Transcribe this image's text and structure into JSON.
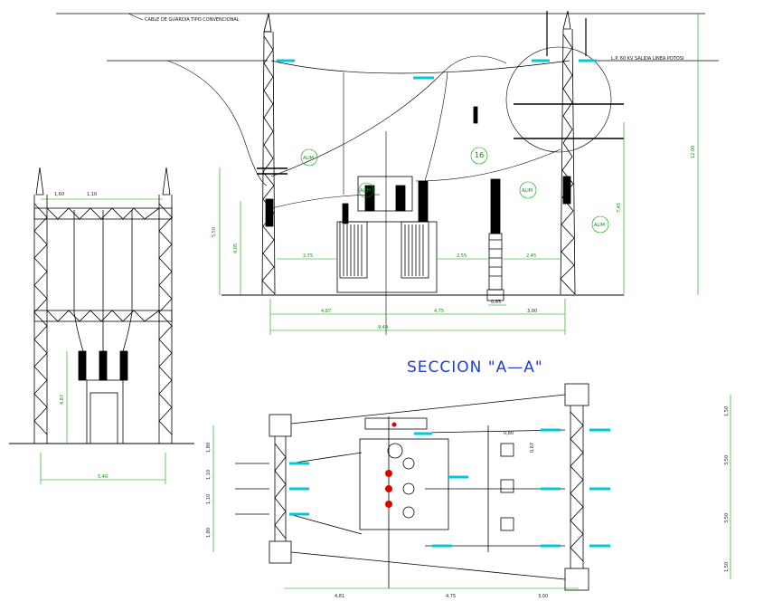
{
  "drawing": {
    "section_title": "SECCION \"A—A\"",
    "ground_wire_note": "CABLE DE GUARDIA TIPO CONVENCIONAL",
    "line_note": "L.P. 60 KV SALIDA LINEA POTOSI",
    "callouts": {
      "c16": "16"
    },
    "colors": {
      "structure": "#000000",
      "insulator": "#00c8d8",
      "dimension": "#00a000",
      "red_device": "#e00000",
      "title": "#1f3fd0"
    }
  },
  "left_view": {
    "dims": {
      "top1": "1,60",
      "top2": "1,10",
      "height": "4,87",
      "base": "5,40"
    }
  },
  "elevation": {
    "dims": {
      "h_left1": "5,50",
      "h_left2": "4,05",
      "h_right_total": "12,00",
      "h_right2": "7,45",
      "gap1": "2,75",
      "gap2": "2,55",
      "gap3": "2,45",
      "bot1": "4,87",
      "bot2": "4,75",
      "bot_total": "9,49",
      "bot3": "3,00",
      "bot_small": "0,85"
    },
    "labels": {
      "a": "ALIM",
      "b": "ALIM",
      "c": "ALIM",
      "d": "ALIM"
    }
  },
  "plan": {
    "dims": {
      "l1": "1,80",
      "l2": "1,10",
      "l3": "1,10",
      "l4": "1,80",
      "r1": "1,50",
      "r2": "3,50",
      "r3": "3,50",
      "r4": "1,50",
      "b1": "4,81",
      "b2": "4,75",
      "b3": "3,00",
      "s1": "0,80",
      "s2": "0,67"
    }
  }
}
